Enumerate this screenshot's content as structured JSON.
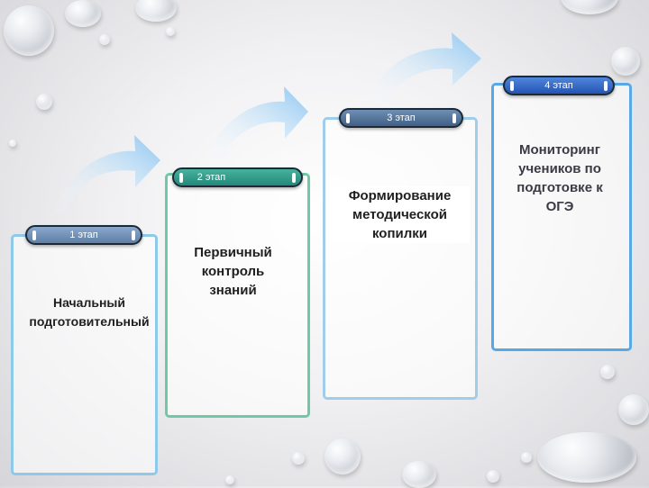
{
  "stages": [
    {
      "badge": "1 этап",
      "lines": [
        "Начальный",
        "подготовительный"
      ]
    },
    {
      "badge": "2 этап",
      "lines": [
        "Первичный",
        "контроль",
        "знаний"
      ]
    },
    {
      "badge": "3 этап",
      "lines": [
        "Формирование",
        "методической",
        "копилки"
      ]
    },
    {
      "badge": "4 этап",
      "lines": [
        "Мониторинг",
        "учеников по",
        "подготовке к",
        "ОГЭ"
      ]
    }
  ],
  "colors": {
    "card1_border": "#8ec9ea",
    "card2_border": "#6fc9a6",
    "card3_border": "#9fcdea",
    "card4_border": "#58a8e8",
    "pill1": "#6f8fb6",
    "pill2": "#2f9a88",
    "pill3": "#4e6f96",
    "pill4": "#2f66c8",
    "arrow": "#8cc6f2"
  }
}
